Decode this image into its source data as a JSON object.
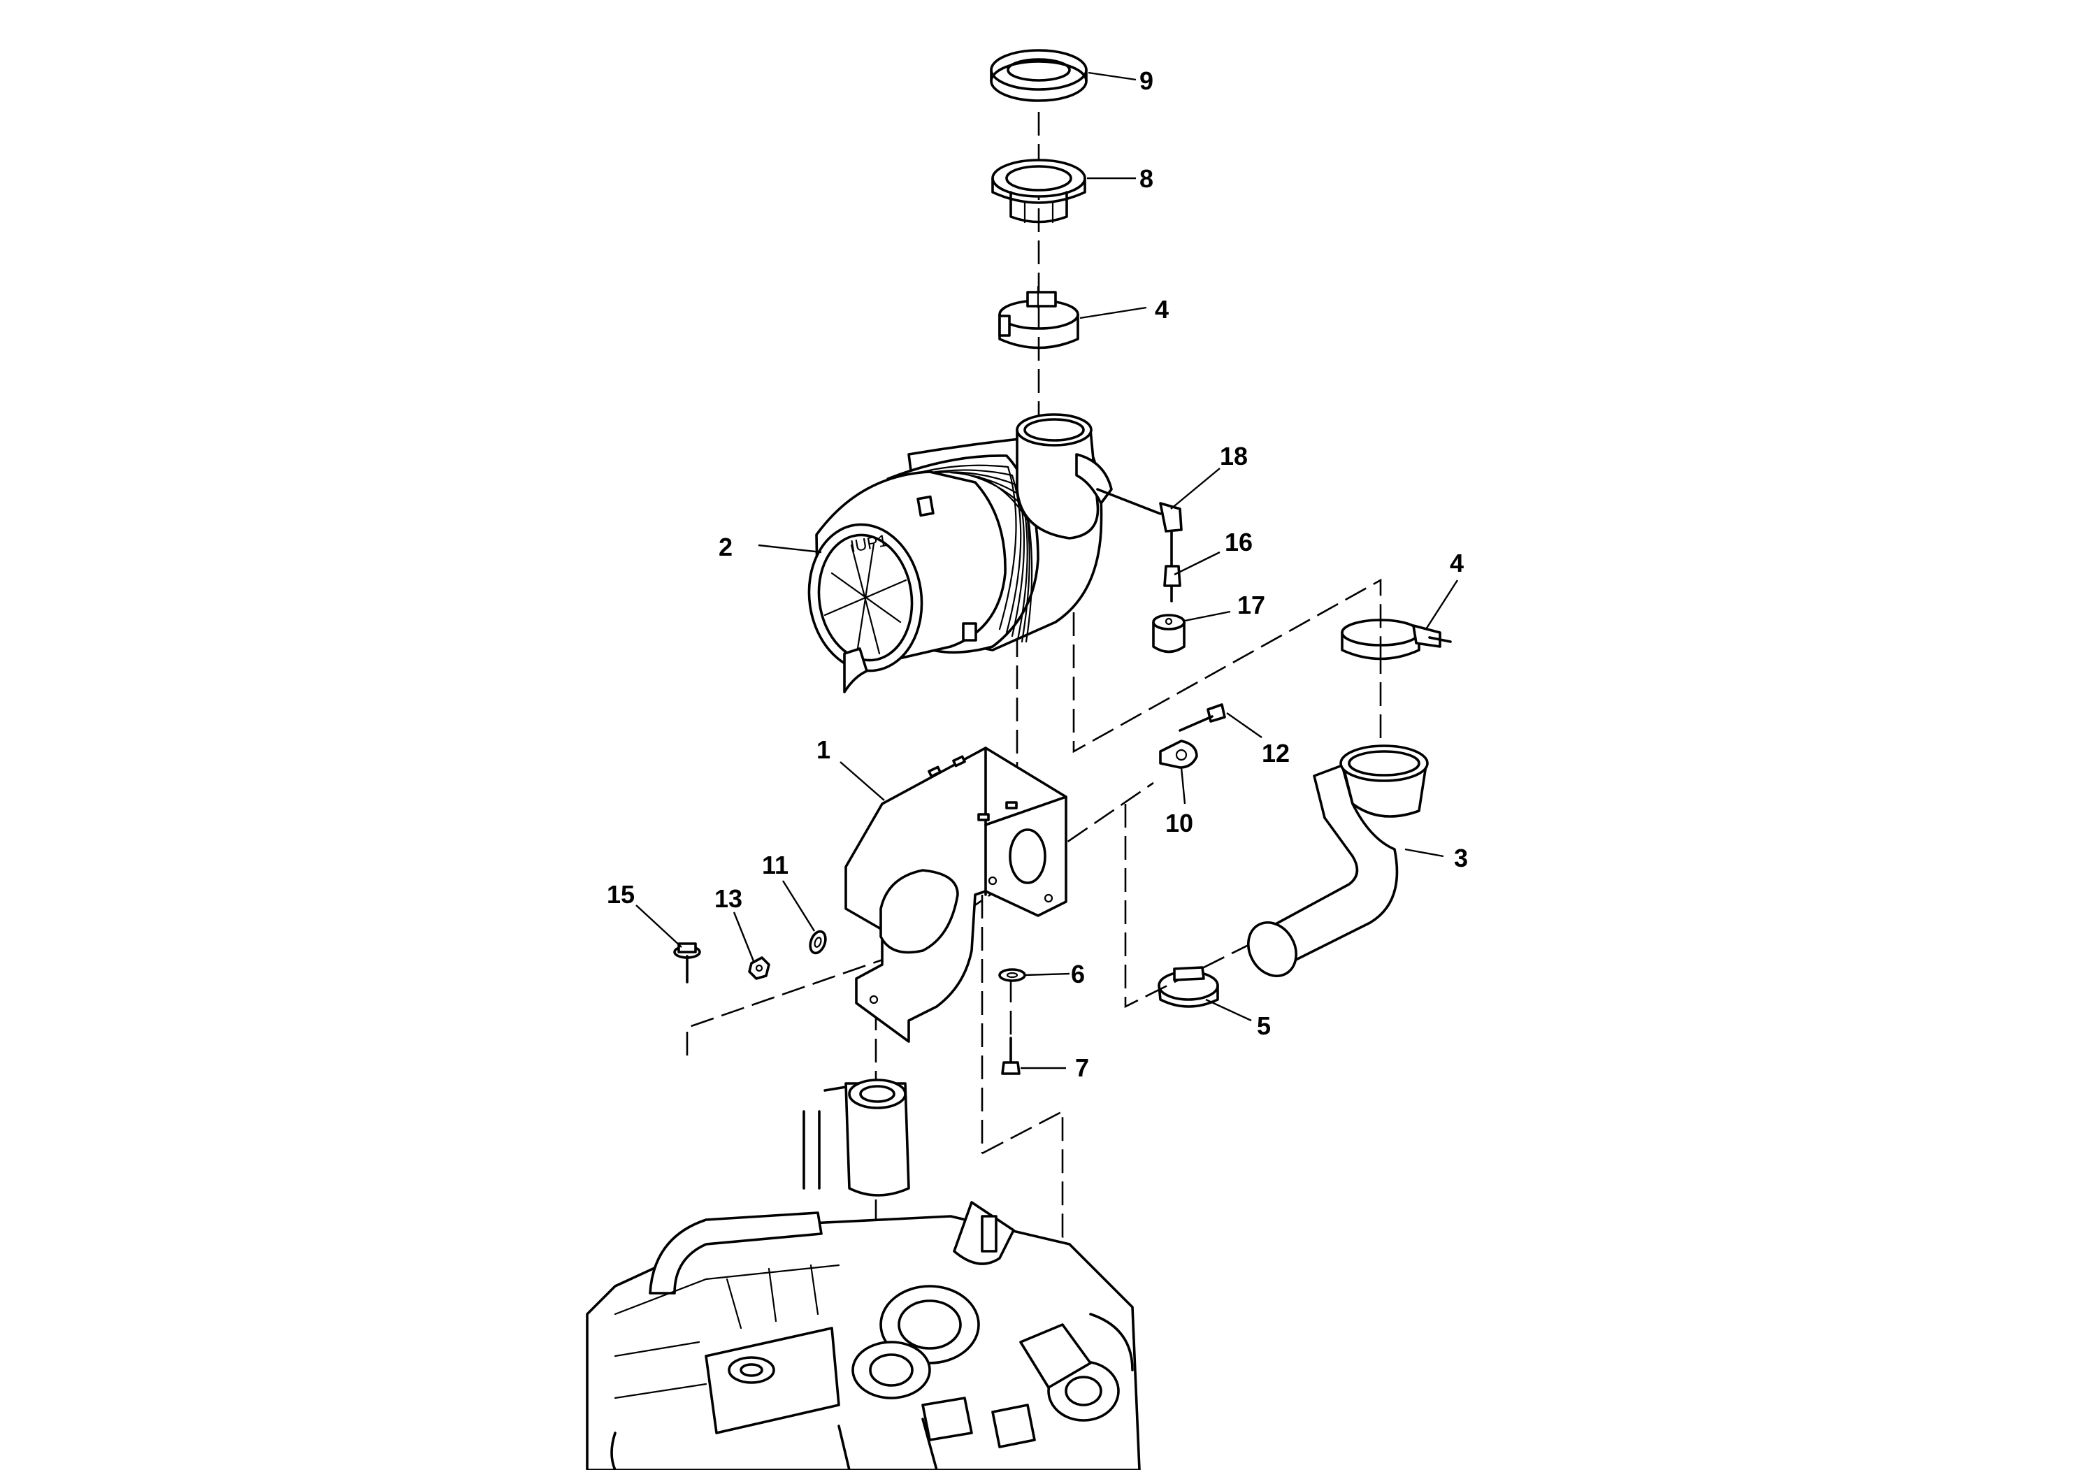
{
  "diagram": {
    "type": "exploded-parts-diagram",
    "callouts": [
      {
        "id": "c9",
        "label": "9"
      },
      {
        "id": "c8",
        "label": "8"
      },
      {
        "id": "c4a",
        "label": "4"
      },
      {
        "id": "c18",
        "label": "18"
      },
      {
        "id": "c2",
        "label": "2"
      },
      {
        "id": "c16",
        "label": "16"
      },
      {
        "id": "c4b",
        "label": "4"
      },
      {
        "id": "c17",
        "label": "17"
      },
      {
        "id": "c12",
        "label": "12"
      },
      {
        "id": "c1",
        "label": "1"
      },
      {
        "id": "c10",
        "label": "10"
      },
      {
        "id": "c3",
        "label": "3"
      },
      {
        "id": "c11",
        "label": "11"
      },
      {
        "id": "c15",
        "label": "15"
      },
      {
        "id": "c13",
        "label": "13"
      },
      {
        "id": "c6",
        "label": "6"
      },
      {
        "id": "c5",
        "label": "5"
      },
      {
        "id": "c7",
        "label": "7"
      }
    ],
    "filter_cap_marking": "IUP1"
  }
}
